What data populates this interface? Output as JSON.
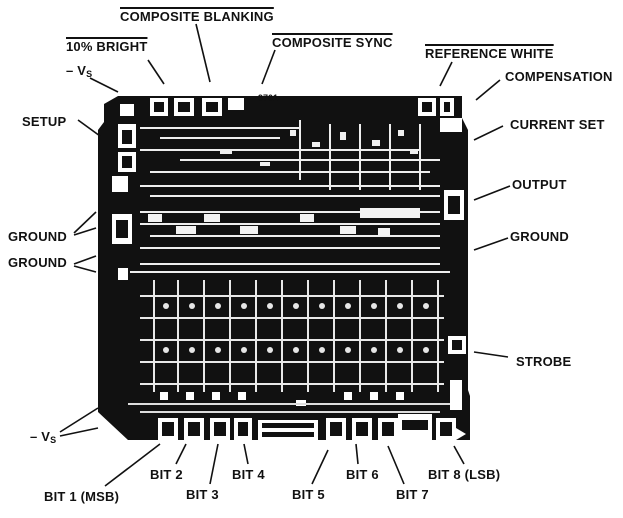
{
  "die": {
    "marking": "9701",
    "colors": {
      "die": "#111111",
      "pad": "#ffffff",
      "detail": "#f0f0f0"
    }
  },
  "labels": {
    "bright_10": "10% BRIGHT",
    "composite_blanking": "COMPOSITE BLANKING",
    "composite_sync": "COMPOSITE SYNC",
    "reference_white": "REFERENCE WHITE",
    "compensation": "COMPENSATION",
    "current_set": "CURRENT SET",
    "output": "OUTPUT",
    "ground_right": "GROUND",
    "strobe": "STROBE",
    "setup": "SETUP",
    "ground_left_1": "GROUND",
    "ground_left_2": "GROUND",
    "vs_symbol": "– V",
    "vs_sub": "S",
    "bit1": "BIT 1 (MSB)",
    "bit2": "BIT 2",
    "bit3": "BIT 3",
    "bit4": "BIT 4",
    "bit5": "BIT 5",
    "bit6": "BIT 6",
    "bit7": "BIT 7",
    "bit8": "BIT 8 (LSB)"
  }
}
